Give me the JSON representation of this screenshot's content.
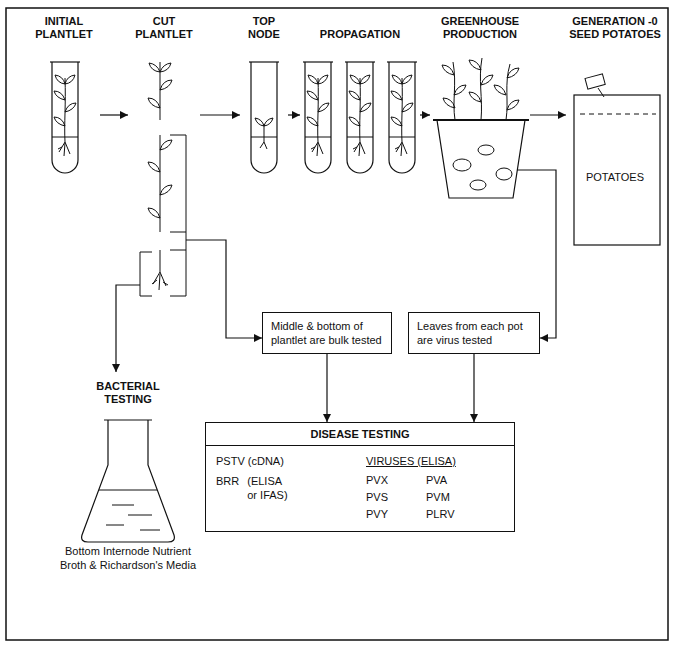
{
  "diagram": {
    "nodes": [
      {
        "text": [
          "INITIAL PLANTLET"
        ]
      },
      {
        "text": [
          "CUT PLANTLET"
        ]
      },
      {
        "text": [
          "TOP NODE"
        ]
      },
      {
        "text": [
          "PROPAGATION"
        ]
      },
      {
        "text": [
          "GREENHOUSE PRODUCTION"
        ]
      },
      {
        "text": [
          "GENERATION -0 SEED POTATOES",
          "POTATOES"
        ]
      },
      {
        "text": [
          "BACTERIAL TESTING",
          "Bottom Internode Nutrient Broth & Richardson's Media"
        ]
      },
      {
        "text": [
          "Middle & bottom of plantlet are bulk tested"
        ]
      },
      {
        "text": [
          "Leaves from each pot are virus tested"
        ]
      },
      {
        "text": [
          "DISEASE TESTING",
          "PSTV (cDNA)",
          "BRR",
          "(ELISA or IFAS)",
          "VIRUSES (ELISA)",
          "PVX",
          "PVA",
          "PVS",
          "PVM",
          "PVY",
          "PLRV"
        ]
      }
    ],
    "edges": [
      {
        "from": 0,
        "to": 1,
        "arrow": "to"
      },
      {
        "from": 1,
        "to": 2,
        "arrow": "to"
      },
      {
        "from": 2,
        "to": 3,
        "arrow": "to"
      },
      {
        "from": 3,
        "to": 4,
        "arrow": "to"
      },
      {
        "from": 4,
        "to": 5,
        "arrow": "to"
      },
      {
        "from": 1,
        "to": 6,
        "arrow": "to"
      },
      {
        "from": 1,
        "to": 7,
        "arrow": "to"
      },
      {
        "from": 4,
        "to": 8,
        "arrow": "to"
      },
      {
        "from": 7,
        "to": 9,
        "arrow": "to"
      },
      {
        "from": 8,
        "to": 9,
        "arrow": "to"
      }
    ]
  }
}
